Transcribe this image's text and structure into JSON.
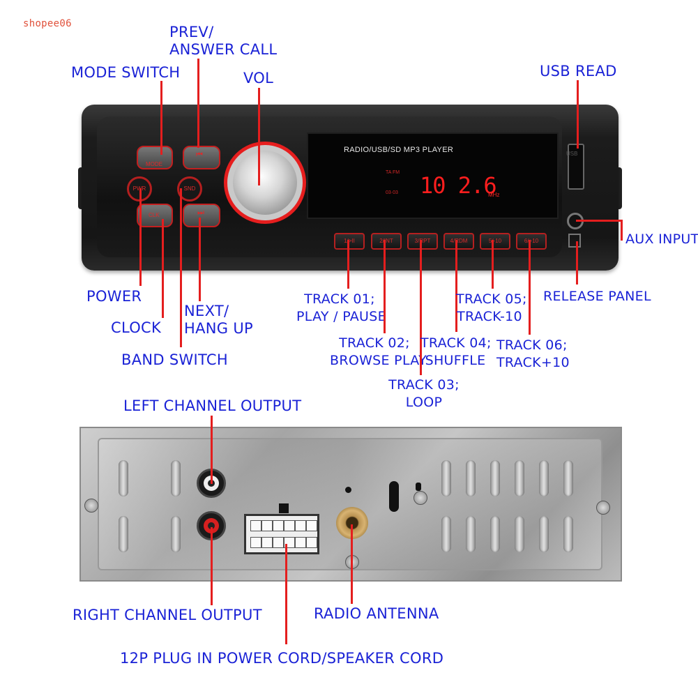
{
  "watermark": "shopee06",
  "front_labels": {
    "prev": "PREV/\nANSWER CALL",
    "mode_switch": "MODE SWITCH",
    "vol": "VOL",
    "usb_read": "USB READ",
    "aux_input": "AUX INPUT",
    "power": "POWER",
    "clock": "CLOCK",
    "next": "NEXT/\nHANG UP",
    "band_switch": "BAND SWITCH",
    "track01": "TRACK 01;\nPLAY / PAUSE",
    "track02": "TRACK 02;\nBROWSE PLAY",
    "track03": "TRACK 03;\nLOOP",
    "track04": "TRACK 04;\nSHUFFLE",
    "track05": "TRACK 05;\nTRACK-10",
    "track06": "TRACK 06;\nTRACK+10",
    "release_panel": "RELEASE PANEL"
  },
  "device": {
    "display_title": "RADIO/USB/SD MP3  PLAYER",
    "frequency": "10 2.6",
    "frequency_unit": "MHz",
    "ta_fm": "TA FM",
    "indicators": "03·03",
    "usb_label": "USB",
    "left_buttons": {
      "mode": "MODE",
      "pwr": "PWR",
      "clk": "CLK",
      "snd": "SND"
    },
    "preset_buttons": [
      "1/>II",
      "2/INT",
      "3/RPT",
      "4/RDM",
      "5/-10",
      "6/+10"
    ],
    "accent_color": "#e41e1e"
  },
  "rear_labels": {
    "left_channel": "LEFT CHANNEL OUTPUT",
    "right_channel": "RIGHT CHANNEL OUTPUT",
    "radio_antenna": "RADIO ANTENNA",
    "power_plug": "12P PLUG IN POWER CORD/SPEAKER CORD"
  },
  "label_color": "#1a22d6"
}
